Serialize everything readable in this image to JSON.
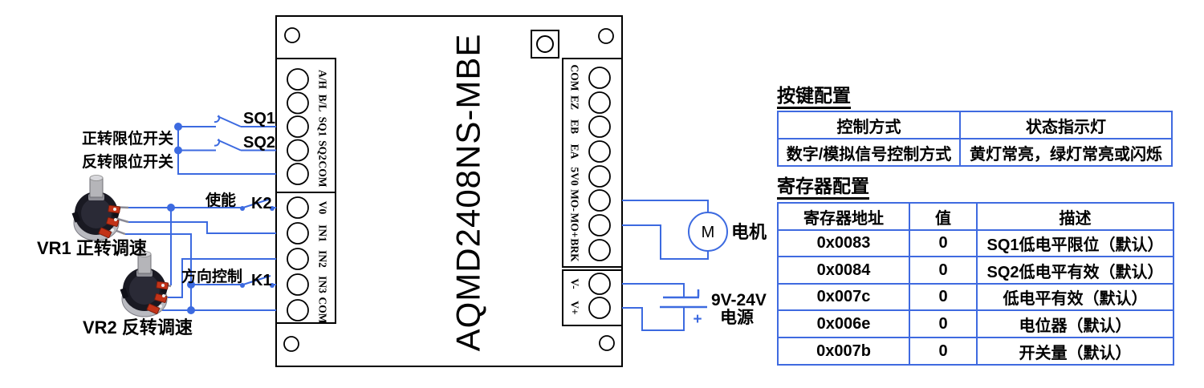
{
  "board": {
    "model": "AQMD2408NS-MBE",
    "left_top_terminals": [
      "A/H",
      "B/L",
      "SQ1",
      "SQ2",
      "COM"
    ],
    "left_bottom_terminals": [
      "V0",
      "IN1",
      "IN2",
      "IN3",
      "COM"
    ],
    "right_top_terminals": [
      "COM",
      "EZ",
      "EB",
      "EA",
      "5V0",
      "MO-",
      "MO+",
      "BRK"
    ],
    "right_bottom_terminals": [
      "V-",
      "V+"
    ]
  },
  "labels": {
    "forward_limit": "正转限位开关",
    "reverse_limit": "反转限位开关",
    "sq1": "SQ1",
    "sq2": "SQ2",
    "enable": "使能",
    "k2": "K2",
    "direction": "方向控制",
    "k1": "K1",
    "vr1": "VR1 正转调速",
    "vr2": "VR2 反转调速",
    "motor_m": "M",
    "motor": "电机",
    "power_range": "9V-24V",
    "power": "电源",
    "plus": "+"
  },
  "tables": {
    "key_config": {
      "title": "按键配置",
      "headers": [
        "控制方式",
        "状态指示灯"
      ],
      "rows": [
        [
          "数字/模拟信号控制方式",
          "黄灯常亮，绿灯常亮或闪烁"
        ]
      ]
    },
    "register_config": {
      "title": "寄存器配置",
      "headers": [
        "寄存器地址",
        "值",
        "描述"
      ],
      "rows": [
        [
          "0x0083",
          "0",
          "SQ1低电平限位（默认）"
        ],
        [
          "0x0084",
          "0",
          "SQ2低电平有效（默认）"
        ],
        [
          "0x007c",
          "0",
          "低电平有效（默认）"
        ],
        [
          "0x006e",
          "0",
          "电位器（默认）"
        ],
        [
          "0x007b",
          "0",
          "开关量（默认）"
        ]
      ]
    }
  },
  "colors": {
    "wire_blue": "#3c6ae0",
    "table_border_blue": "#3f6ae0",
    "text_black": "#000000",
    "pot_terminal_red": "#c23318"
  }
}
